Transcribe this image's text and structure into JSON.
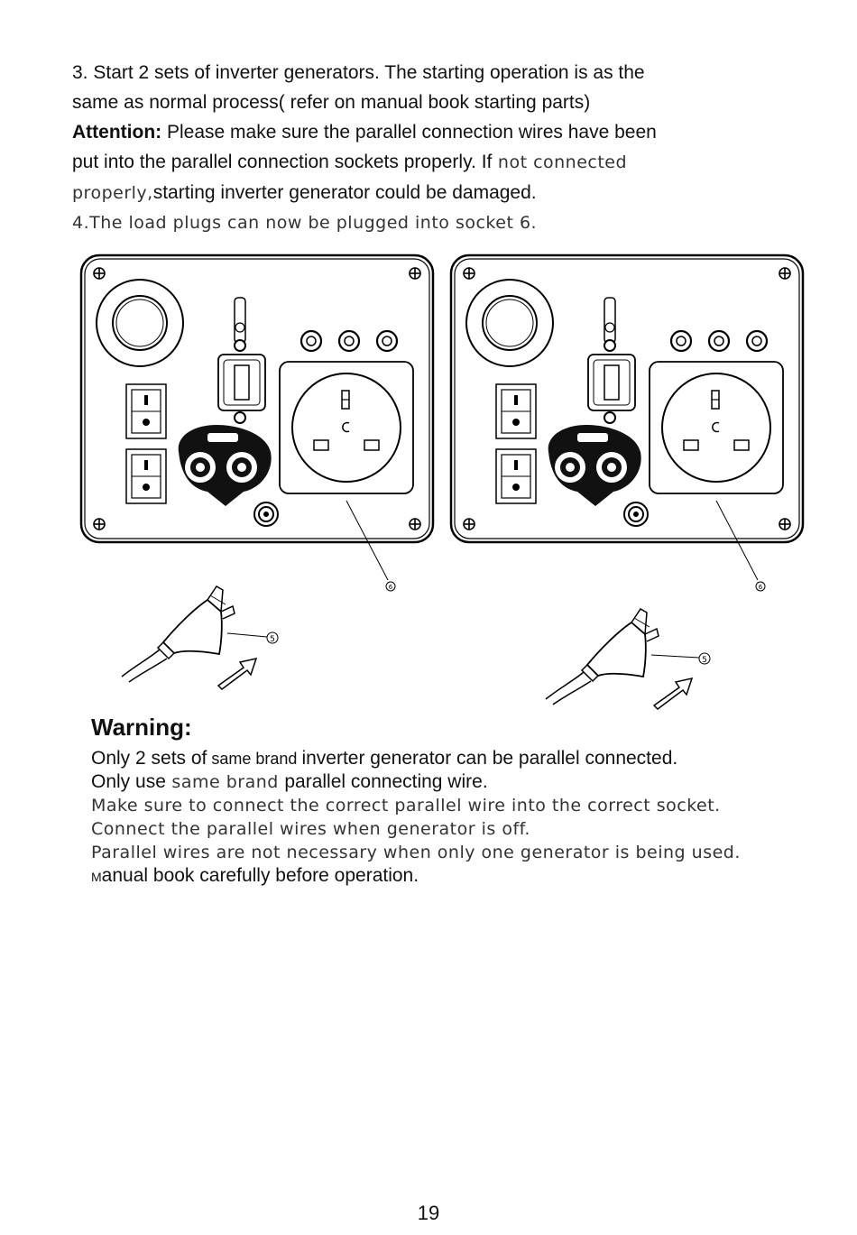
{
  "intro": {
    "step3_line1": "3. Start 2 sets of inverter generators. The starting operation is as the",
    "step3_line2": "same as normal process( refer on manual book starting parts)",
    "attention_label": "Attention:",
    "attention_line1_rest": " Please make sure the parallel connection wires have been",
    "attention_line2_a": "put into the parallel connection sockets properly. If",
    "attention_line2_b": " not connected",
    "attention_line3_a": "properly,",
    "attention_line3_b": "starting inverter generator could be damaged.",
    "step4": "4.The load plugs can now be plugged into socket 6."
  },
  "figure": {
    "callout_socket": "6",
    "callout_plug": "5"
  },
  "warning": {
    "title": "Warning:",
    "line1_a": "Only 2 sets of",
    "line1_b": " same brand ",
    "line1_c": "inverter generator can be parallel connected.",
    "line2_a": "Only use",
    "line2_b": " same brand ",
    "line2_c": "parallel connecting wire.",
    "line3": "Make sure to connect the correct parallel wire into the correct socket.",
    "line4": "Connect the parallel wires when generator is off.",
    "line5": "Parallel wires are not necessary when only one generator is being used.",
    "line6_a": "M",
    "line6_b": "anual book carefully before operation."
  },
  "page_number": "19"
}
